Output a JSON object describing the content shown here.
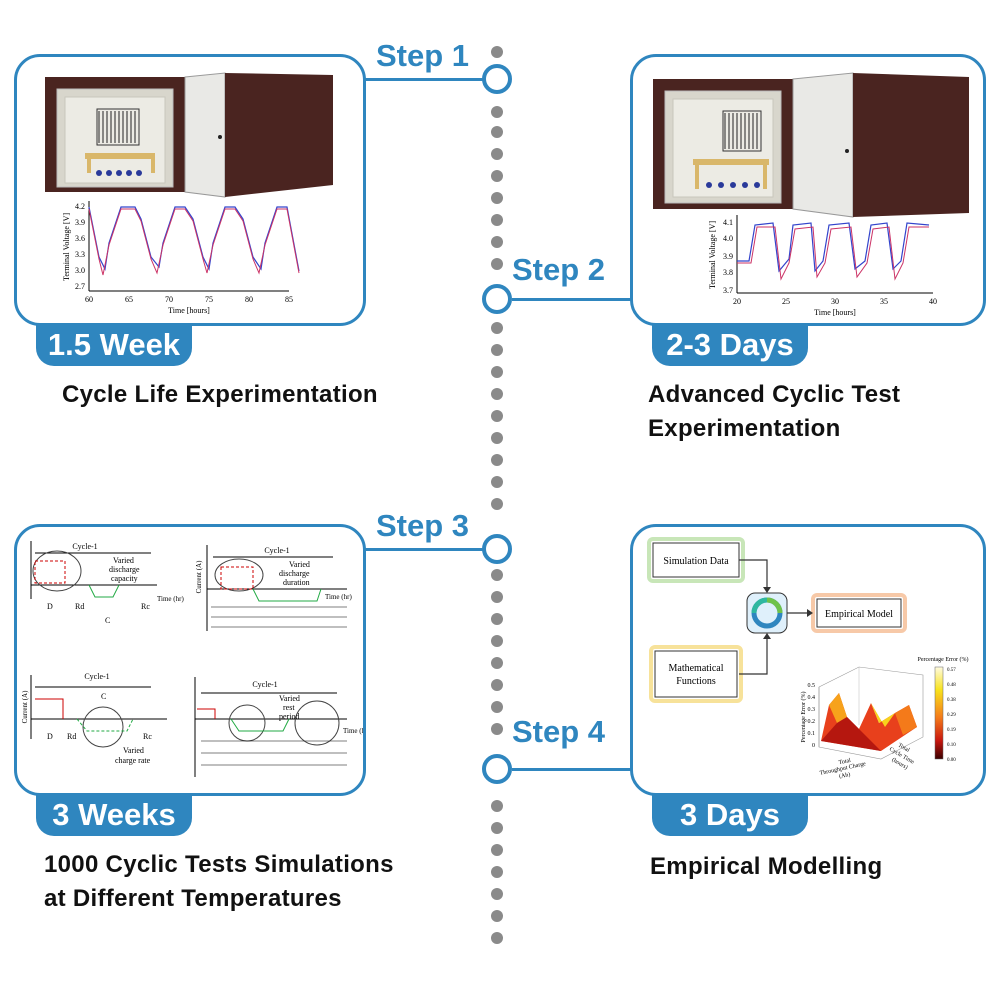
{
  "steps": [
    {
      "label": "Step 1",
      "duration": "1.5 Week",
      "caption_line1": "Cycle Life Experimentation",
      "caption_line2": ""
    },
    {
      "label": "Step 2",
      "duration": "2-3 Days",
      "caption_line1": "Advanced Cyclic Test",
      "caption_line2": "Experimentation"
    },
    {
      "label": "Step 3",
      "duration": "3 Weeks",
      "caption_line1": "1000 Cyclic Tests Simulations",
      "caption_line2": "at Different Temperatures"
    },
    {
      "label": "Step 4",
      "duration": "3 Days",
      "caption_line1": "Empirical Modelling",
      "caption_line2": ""
    }
  ],
  "panel1_plot": {
    "ylabel": "Terminal Voltage [V]",
    "xlabel": "Time [hours]",
    "xticks": [
      "60",
      "65",
      "70",
      "75",
      "80",
      "85"
    ],
    "yticks": [
      "4.2",
      "3.9",
      "3.6",
      "3.3",
      "3.0",
      "2.7"
    ]
  },
  "panel2_plot": {
    "ylabel": "Terminal Voltage [V]",
    "xlabel": "Time [hours]",
    "xticks": [
      "20",
      "25",
      "30",
      "35",
      "40"
    ],
    "yticks": [
      "4.1",
      "4.0",
      "3.9",
      "3.8",
      "3.7"
    ]
  },
  "panel3": {
    "cycle_label": "Cycle-1",
    "current_label": "Current (A)",
    "time_label": "Time (hr)",
    "varied_discharge_capacity": [
      "Varied",
      "discharge",
      "capacity"
    ],
    "varied_discharge_duration": [
      "Varied",
      "discharge",
      "duration"
    ],
    "varied_charge_rate": [
      "Varied",
      "charge rate"
    ],
    "varied_rest_period": [
      "Varied",
      "rest",
      "period"
    ],
    "sym_D": "D",
    "sym_Rd": "Rd",
    "sym_C": "C",
    "sym_Rc": "Rc"
  },
  "panel4": {
    "simulation_data": "Simulation Data",
    "math_functions_line1": "Mathematical",
    "math_functions_line2": "Functions",
    "empirical_model": "Empirical Model",
    "colorbar_title": "Percentage Error (%)",
    "colorbar_ticks": [
      "0.57",
      "0.48",
      "0.38",
      "0.29",
      "0.19",
      "0.10",
      "0.00"
    ],
    "z_label": "Percentage Error (%)",
    "x_label_line1": "Total",
    "x_label_line2": "Throughput Charge",
    "x_label_line3": "(Ah)",
    "y_label_line1": "Total",
    "y_label_line2": "Cycle Time",
    "y_label_line3": "(hours)",
    "zticks": [
      "0.5",
      "0.4",
      "0.3",
      "0.2",
      "0.1",
      "0"
    ]
  },
  "colors": {
    "accent": "#2f86bf",
    "dots": "#8a8a8a",
    "cabinet": "#4a2420"
  }
}
